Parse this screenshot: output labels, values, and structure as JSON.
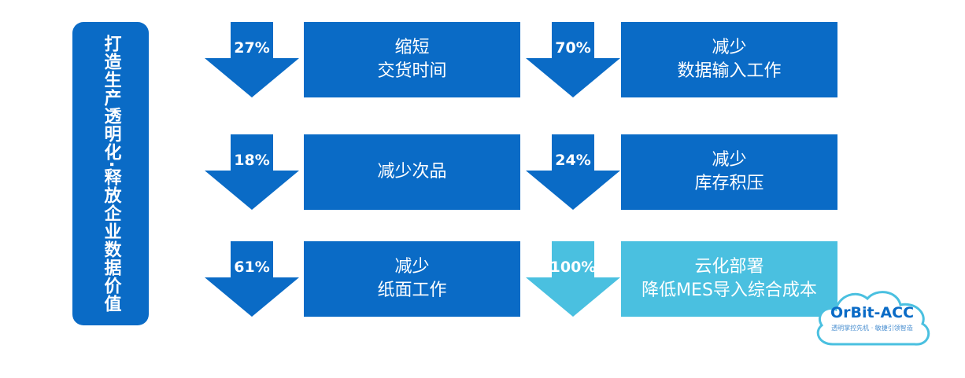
{
  "vertical_title": "打造生产透明化·释放企业数据价值",
  "colors": {
    "dark_blue": "#0a6bc6",
    "light_blue": "#4ac0e0",
    "logo_blue": "#0a6bc6"
  },
  "items": [
    {
      "percent": "27%",
      "line1": "缩短",
      "line2": "交货时间",
      "color": "dark"
    },
    {
      "percent": "70%",
      "line1": "减少",
      "line2": "数据输入工作",
      "color": "dark"
    },
    {
      "percent": "18%",
      "line1": "减少次品",
      "line2": "",
      "color": "dark"
    },
    {
      "percent": "24%",
      "line1": "减少",
      "line2": "库存积压",
      "color": "dark"
    },
    {
      "percent": "61%",
      "line1": "减少",
      "line2": "纸面工作",
      "color": "dark"
    },
    {
      "percent": "100%",
      "line1": "云化部署",
      "line2": "降低MES导入综合成本",
      "color": "light"
    }
  ],
  "logo": {
    "title": "OrBit-ACC",
    "subtitle": "透明掌控先机 · 敏捷引领智造"
  }
}
